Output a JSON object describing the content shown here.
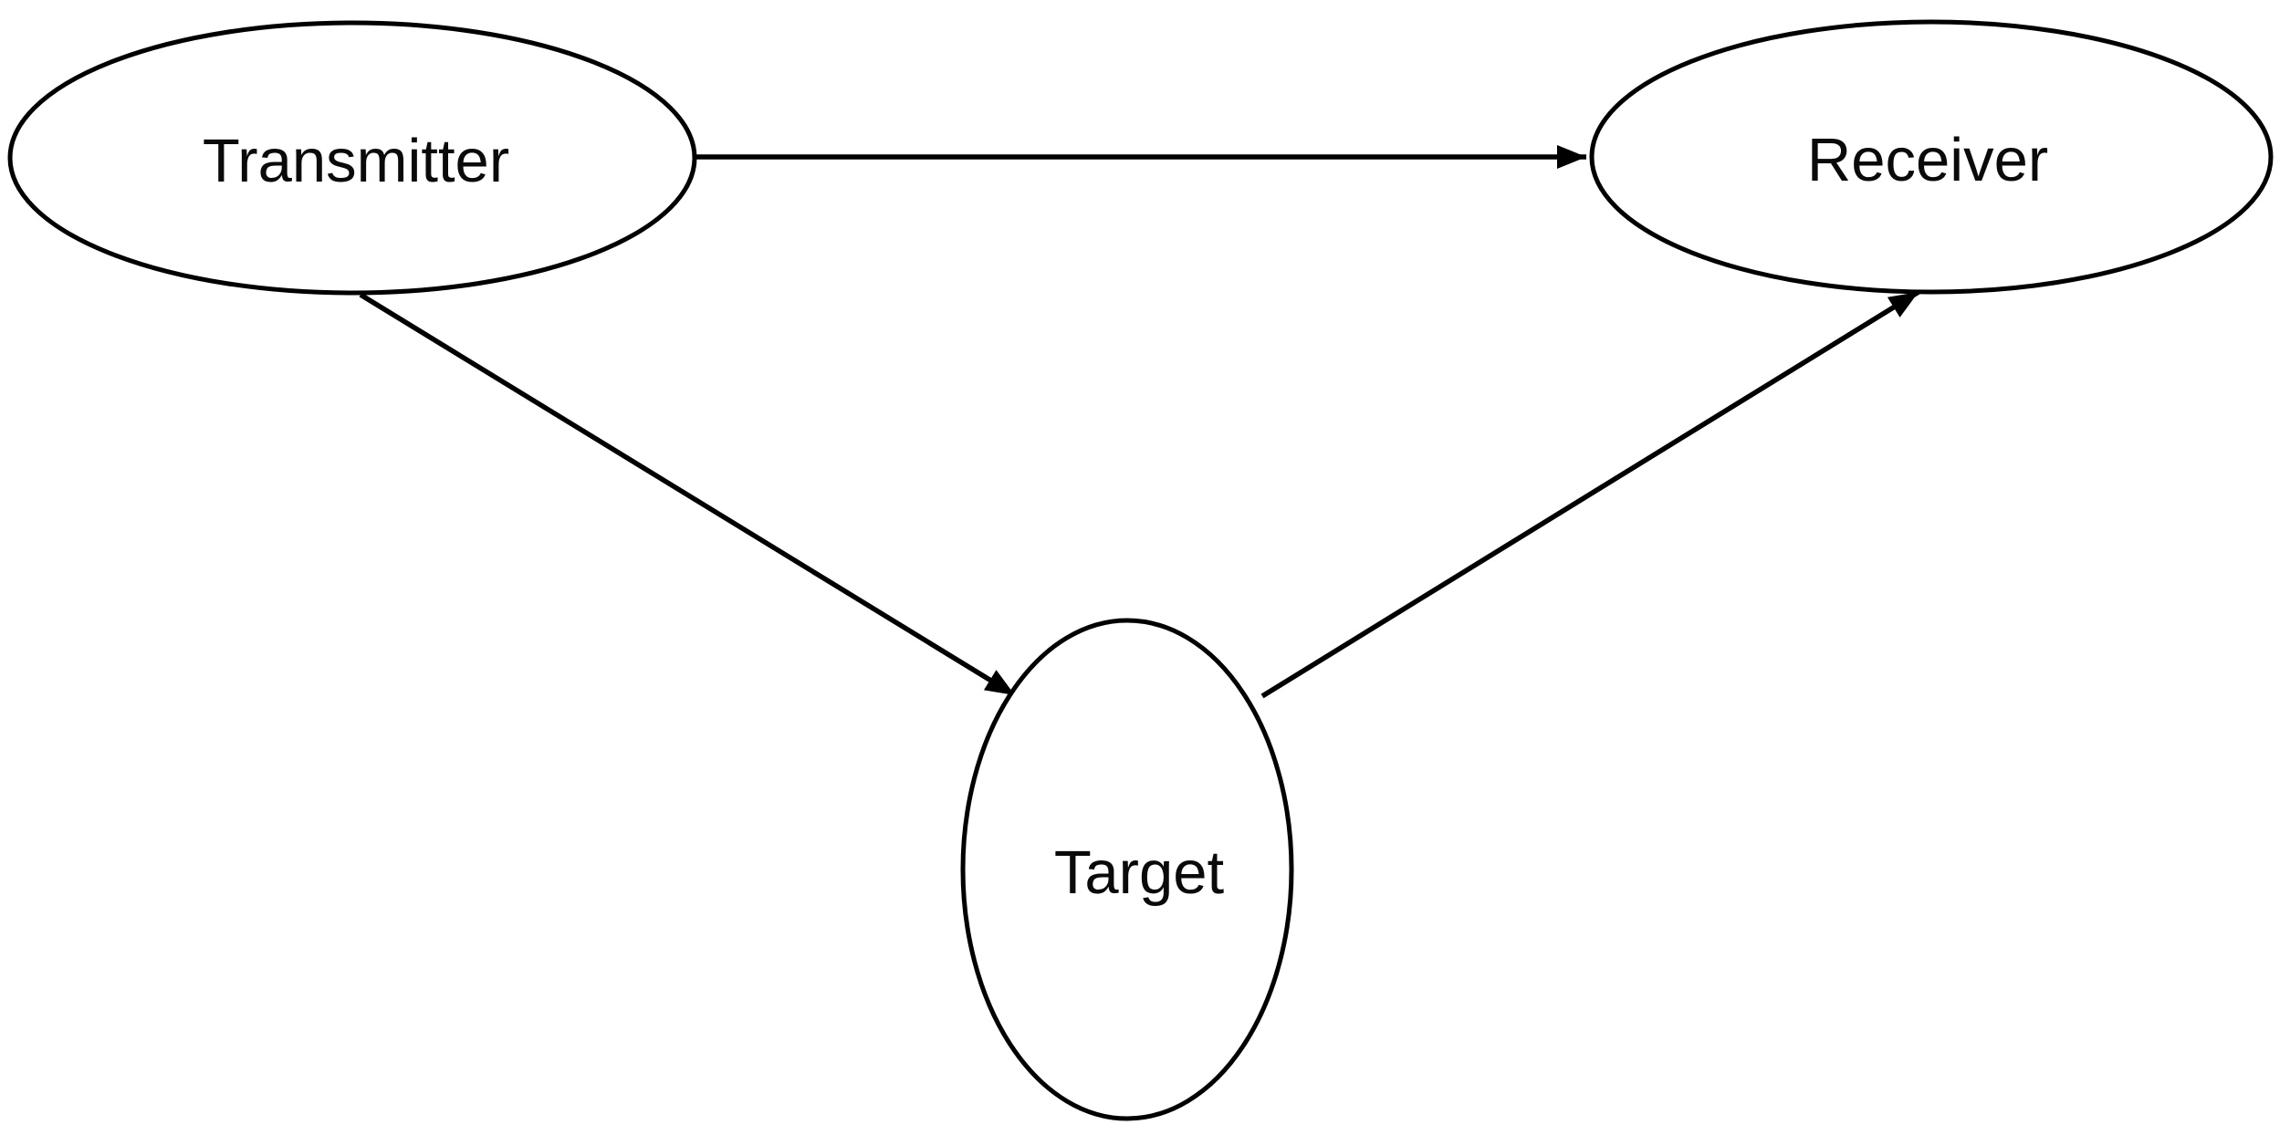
{
  "diagram": {
    "background_color": "#ffffff",
    "stroke_color": "#000000",
    "text_color": "#0a0a0a",
    "nodes": [
      {
        "id": "transmitter",
        "label": "Transmitter",
        "shape": "ellipse",
        "position": "top-left"
      },
      {
        "id": "receiver",
        "label": "Receiver",
        "shape": "ellipse",
        "position": "top-right"
      },
      {
        "id": "target",
        "label": "Target",
        "shape": "ellipse",
        "position": "bottom-center"
      }
    ],
    "edges": [
      {
        "from": "Transmitter",
        "to": "Receiver",
        "arrow": "end",
        "direction": "horizontal-right"
      },
      {
        "from": "Transmitter",
        "to": "Target",
        "arrow": "end",
        "direction": "down-right"
      },
      {
        "from": "Target",
        "to": "Receiver",
        "arrow": "end",
        "direction": "up-right"
      }
    ]
  }
}
